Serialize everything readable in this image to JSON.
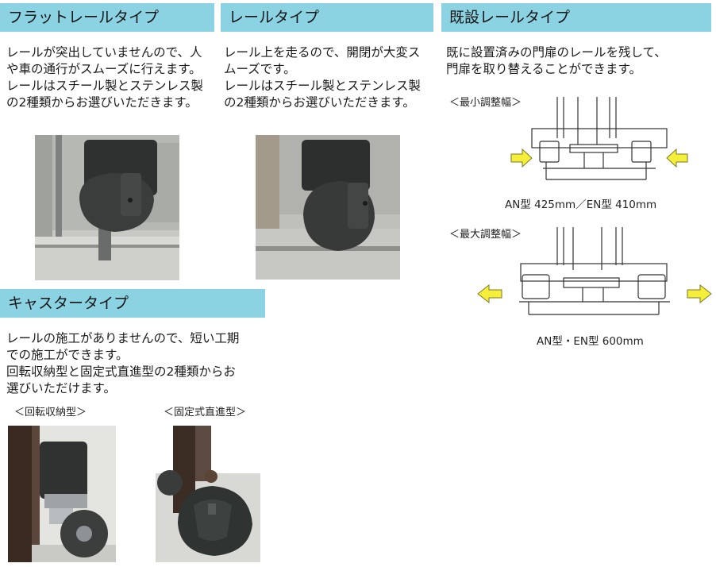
{
  "flat_rail": {
    "title": "フラットレールタイプ",
    "lines": [
      "レールが突出していませんので、人",
      "や車の通行がスムーズに行えます。",
      "レールはスチール製とステンレス製",
      "の2種類からお選びいただきます。"
    ]
  },
  "rail": {
    "title": "レールタイプ",
    "lines": [
      "レール上を走るので、開閉が大変ス",
      "ムーズです。",
      "レールはスチール製とステンレス製",
      "の2種類からお選びいただきます。"
    ]
  },
  "existing_rail": {
    "title": "既設レールタイプ",
    "lines": [
      "既に設置済みの門扉のレールを残して、",
      "門扉を取り替えることができます。"
    ],
    "min_label": "＜最小調整幅＞",
    "min_caption": "AN型 425mm／EN型 410mm",
    "max_label": "＜最大調整幅＞",
    "max_caption": "AN型・EN型 600mm"
  },
  "caster": {
    "title": "キャスタータイプ",
    "lines": [
      "レールの施工がありませんので、短い工期",
      "での施工ができます。",
      "回転収納型と固定式直進型の2種類からお",
      "選びいただけます。"
    ],
    "rotary_label": "＜回転収納型＞",
    "fixed_label": "＜固定式直進型＞"
  },
  "colors": {
    "header_bg": "#8bd2e2",
    "arrow_yellow": "#f5ef3a",
    "arrow_outline": "#7a7a2a"
  }
}
